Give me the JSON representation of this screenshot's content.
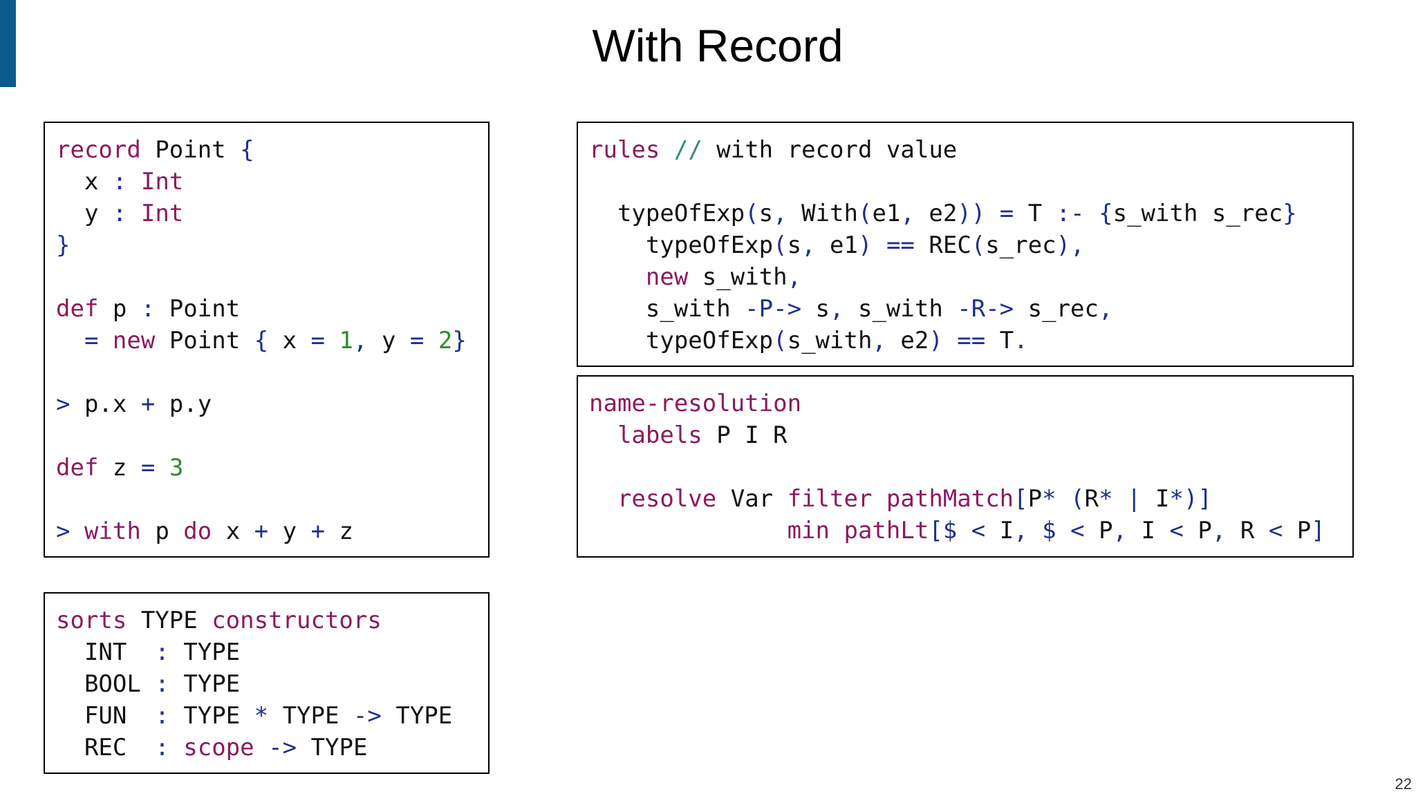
{
  "title": "With Record",
  "page_number": "22",
  "colors": {
    "accent_bar": "#0b5a8c",
    "keyword": "#8c1a5f",
    "operator": "#1f2f8f",
    "number": "#2a8c2a",
    "comment": "#2f8c6a",
    "text": "#111111"
  },
  "boxes": [
    {
      "name": "record-program-box",
      "lines": [
        [
          [
            "kw",
            "record"
          ],
          [
            "txt",
            " Point "
          ],
          [
            "op",
            "{"
          ]
        ],
        [
          [
            "txt",
            "  x "
          ],
          [
            "op",
            ":"
          ],
          [
            "txt",
            " "
          ],
          [
            "kw",
            "Int"
          ]
        ],
        [
          [
            "txt",
            "  y "
          ],
          [
            "op",
            ":"
          ],
          [
            "txt",
            " "
          ],
          [
            "kw",
            "Int"
          ]
        ],
        [
          [
            "op",
            "}"
          ]
        ],
        [],
        [
          [
            "kw",
            "def"
          ],
          [
            "txt",
            " p "
          ],
          [
            "op",
            ":"
          ],
          [
            "txt",
            " Point"
          ]
        ],
        [
          [
            "txt",
            "  "
          ],
          [
            "op",
            "="
          ],
          [
            "txt",
            " "
          ],
          [
            "kw",
            "new"
          ],
          [
            "txt",
            " Point "
          ],
          [
            "op",
            "{"
          ],
          [
            "txt",
            " x "
          ],
          [
            "op",
            "="
          ],
          [
            "txt",
            " "
          ],
          [
            "num",
            "1"
          ],
          [
            "op",
            ","
          ],
          [
            "txt",
            " y "
          ],
          [
            "op",
            "="
          ],
          [
            "txt",
            " "
          ],
          [
            "num",
            "2"
          ],
          [
            "op",
            "}"
          ]
        ],
        [],
        [
          [
            "op",
            ">"
          ],
          [
            "txt",
            " p.x "
          ],
          [
            "op",
            "+"
          ],
          [
            "txt",
            " p.y"
          ]
        ],
        [],
        [
          [
            "kw",
            "def"
          ],
          [
            "txt",
            " z "
          ],
          [
            "op",
            "="
          ],
          [
            "txt",
            " "
          ],
          [
            "num",
            "3"
          ]
        ],
        [],
        [
          [
            "op",
            ">"
          ],
          [
            "txt",
            " "
          ],
          [
            "kw",
            "with"
          ],
          [
            "txt",
            " p "
          ],
          [
            "kw",
            "do"
          ],
          [
            "txt",
            " x "
          ],
          [
            "op",
            "+"
          ],
          [
            "txt",
            " y "
          ],
          [
            "op",
            "+"
          ],
          [
            "txt",
            " z"
          ]
        ]
      ]
    },
    {
      "name": "sorts-constructors-box",
      "lines": [
        [
          [
            "kw",
            "sorts"
          ],
          [
            "txt",
            " TYPE "
          ],
          [
            "kw",
            "constructors"
          ]
        ],
        [
          [
            "txt",
            "  INT  "
          ],
          [
            "op",
            ":"
          ],
          [
            "txt",
            " TYPE"
          ]
        ],
        [
          [
            "txt",
            "  BOOL "
          ],
          [
            "op",
            ":"
          ],
          [
            "txt",
            " TYPE"
          ]
        ],
        [
          [
            "txt",
            "  FUN  "
          ],
          [
            "op",
            ":"
          ],
          [
            "txt",
            " TYPE "
          ],
          [
            "op",
            "*"
          ],
          [
            "txt",
            " TYPE "
          ],
          [
            "op",
            "->"
          ],
          [
            "txt",
            " TYPE"
          ]
        ],
        [
          [
            "txt",
            "  REC  "
          ],
          [
            "op",
            ":"
          ],
          [
            "txt",
            " "
          ],
          [
            "kw",
            "scope"
          ],
          [
            "txt",
            " "
          ],
          [
            "op",
            "->"
          ],
          [
            "txt",
            " TYPE"
          ]
        ]
      ]
    },
    {
      "name": "rules-box",
      "lines": [
        [
          [
            "kw",
            "rules"
          ],
          [
            "txt",
            " "
          ],
          [
            "cm",
            "//"
          ],
          [
            "txt",
            " with record value"
          ]
        ],
        [],
        [
          [
            "txt",
            "  typeOfExp"
          ],
          [
            "op",
            "("
          ],
          [
            "txt",
            "s"
          ],
          [
            "op",
            ","
          ],
          [
            "txt",
            " With"
          ],
          [
            "op",
            "("
          ],
          [
            "txt",
            "e1"
          ],
          [
            "op",
            ","
          ],
          [
            "txt",
            " e2"
          ],
          [
            "op",
            "))"
          ],
          [
            "txt",
            " "
          ],
          [
            "op",
            "="
          ],
          [
            "txt",
            " T "
          ],
          [
            "op",
            ":-"
          ],
          [
            "txt",
            " "
          ],
          [
            "op",
            "{"
          ],
          [
            "txt",
            "s_with s_rec"
          ],
          [
            "op",
            "}"
          ]
        ],
        [
          [
            "txt",
            "    typeOfExp"
          ],
          [
            "op",
            "("
          ],
          [
            "txt",
            "s"
          ],
          [
            "op",
            ","
          ],
          [
            "txt",
            " e1"
          ],
          [
            "op",
            ")"
          ],
          [
            "txt",
            " "
          ],
          [
            "op",
            "=="
          ],
          [
            "txt",
            " REC"
          ],
          [
            "op",
            "("
          ],
          [
            "txt",
            "s_rec"
          ],
          [
            "op",
            "),"
          ]
        ],
        [
          [
            "txt",
            "    "
          ],
          [
            "kw",
            "new"
          ],
          [
            "txt",
            " s_with"
          ],
          [
            "op",
            ","
          ]
        ],
        [
          [
            "txt",
            "    s_with "
          ],
          [
            "op",
            "-P->"
          ],
          [
            "txt",
            " s"
          ],
          [
            "op",
            ","
          ],
          [
            "txt",
            " s_with "
          ],
          [
            "op",
            "-R->"
          ],
          [
            "txt",
            " s_rec"
          ],
          [
            "op",
            ","
          ]
        ],
        [
          [
            "txt",
            "    typeOfExp"
          ],
          [
            "op",
            "("
          ],
          [
            "txt",
            "s_with"
          ],
          [
            "op",
            ","
          ],
          [
            "txt",
            " e2"
          ],
          [
            "op",
            ")"
          ],
          [
            "txt",
            " "
          ],
          [
            "op",
            "=="
          ],
          [
            "txt",
            " T"
          ],
          [
            "op",
            "."
          ]
        ]
      ]
    },
    {
      "name": "name-resolution-box",
      "lines": [
        [
          [
            "kw",
            "name-resolution"
          ]
        ],
        [
          [
            "txt",
            "  "
          ],
          [
            "kw",
            "labels"
          ],
          [
            "txt",
            " P I R"
          ]
        ],
        [],
        [
          [
            "txt",
            "  "
          ],
          [
            "kw",
            "resolve"
          ],
          [
            "txt",
            " Var "
          ],
          [
            "kw",
            "filter"
          ],
          [
            "txt",
            " "
          ],
          [
            "kw",
            "pathMatch"
          ],
          [
            "op",
            "["
          ],
          [
            "txt",
            "P"
          ],
          [
            "op",
            "*"
          ],
          [
            "txt",
            " "
          ],
          [
            "op",
            "("
          ],
          [
            "txt",
            "R"
          ],
          [
            "op",
            "*"
          ],
          [
            "txt",
            " "
          ],
          [
            "op",
            "|"
          ],
          [
            "txt",
            " I"
          ],
          [
            "op",
            "*)]"
          ]
        ],
        [
          [
            "txt",
            "              "
          ],
          [
            "kw",
            "min"
          ],
          [
            "txt",
            " "
          ],
          [
            "kw",
            "pathLt"
          ],
          [
            "op",
            "[$"
          ],
          [
            "txt",
            " "
          ],
          [
            "op",
            "<"
          ],
          [
            "txt",
            " I"
          ],
          [
            "op",
            ","
          ],
          [
            "txt",
            " "
          ],
          [
            "op",
            "$"
          ],
          [
            "txt",
            " "
          ],
          [
            "op",
            "<"
          ],
          [
            "txt",
            " P"
          ],
          [
            "op",
            ","
          ],
          [
            "txt",
            " I "
          ],
          [
            "op",
            "<"
          ],
          [
            "txt",
            " P"
          ],
          [
            "op",
            ","
          ],
          [
            "txt",
            " R "
          ],
          [
            "op",
            "<"
          ],
          [
            "txt",
            " P"
          ],
          [
            "op",
            "]"
          ]
        ]
      ]
    }
  ]
}
